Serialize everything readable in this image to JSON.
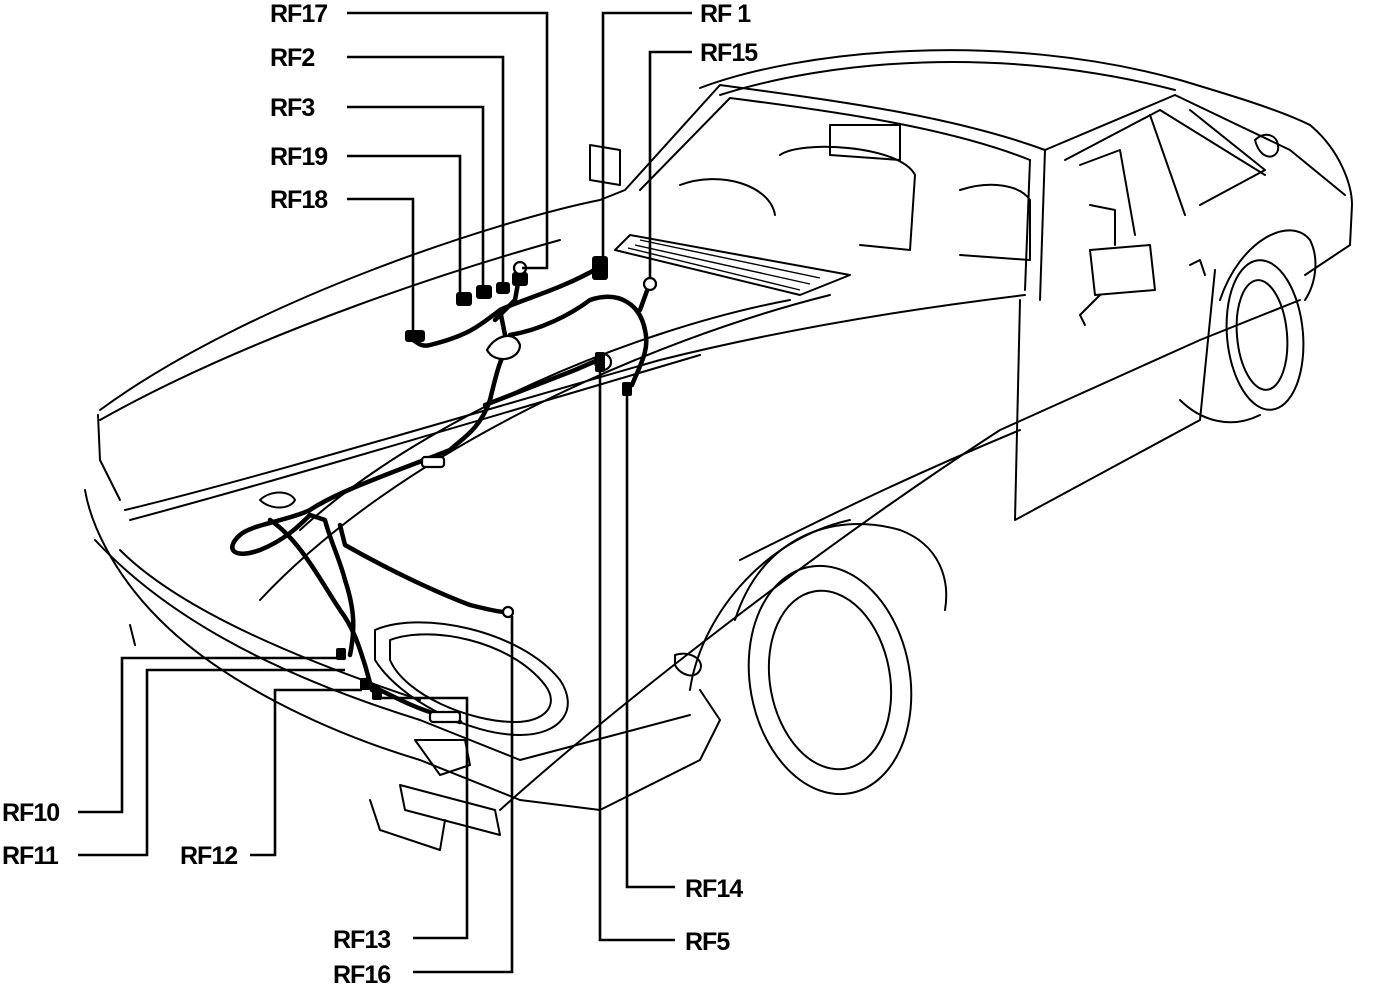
{
  "callouts": [
    {
      "id": "rf17",
      "text": "RF17"
    },
    {
      "id": "rf2",
      "text": "RF2"
    },
    {
      "id": "rf3",
      "text": "RF3"
    },
    {
      "id": "rf19",
      "text": "RF19"
    },
    {
      "id": "rf18",
      "text": "RF18"
    },
    {
      "id": "rf1",
      "text": "RF 1"
    },
    {
      "id": "rf15",
      "text": "RF15"
    },
    {
      "id": "rf10",
      "text": "RF10"
    },
    {
      "id": "rf11",
      "text": "RF11"
    },
    {
      "id": "rf12",
      "text": "RF12"
    },
    {
      "id": "rf13",
      "text": "RF13"
    },
    {
      "id": "rf16",
      "text": "RF16"
    },
    {
      "id": "rf14",
      "text": "RF14"
    },
    {
      "id": "rf5",
      "text": "RF5"
    }
  ]
}
